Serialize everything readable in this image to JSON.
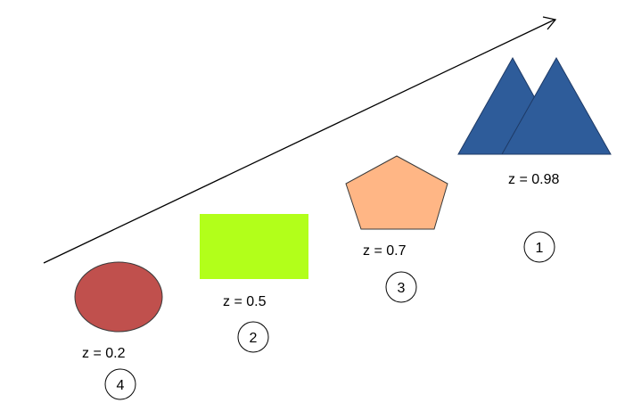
{
  "shapes": [
    {
      "id": "circle",
      "kind": "ellipse",
      "z_label": "z = 0.2",
      "rank": "4",
      "color": "#c0504d"
    },
    {
      "id": "rectangle",
      "kind": "rectangle",
      "z_label": "z = 0.5",
      "rank": "2",
      "color": "#b2ff1a"
    },
    {
      "id": "pentagon",
      "kind": "pentagon",
      "z_label": "z = 0.7",
      "rank": "3",
      "color": "#ffb685"
    },
    {
      "id": "triangles",
      "kind": "double-triangle",
      "z_label": "z = 0.98",
      "rank": "1",
      "color": "#2e5c9a"
    }
  ],
  "colors": {
    "outline": "#3a3a3a",
    "arrow": "#000000",
    "circle_outline": "#000000"
  }
}
